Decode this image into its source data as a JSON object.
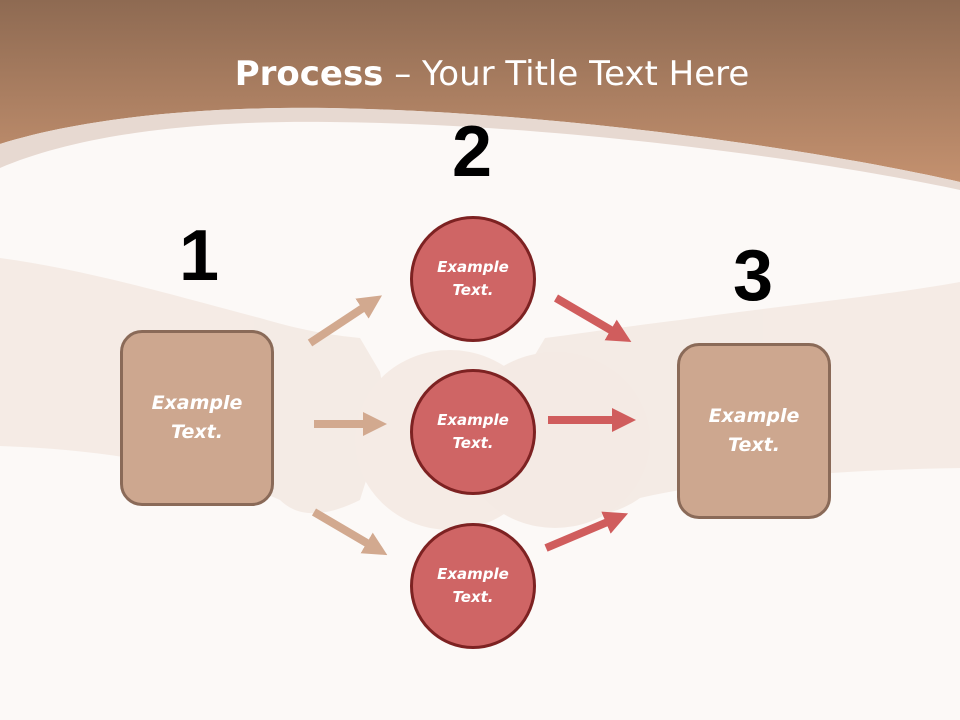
{
  "title": {
    "bold": "Process",
    "rest": " – Your Title Text Here"
  },
  "steps": [
    "1",
    "2",
    "3"
  ],
  "left_box": {
    "line1": "Example",
    "line2": "Text."
  },
  "right_box": {
    "line1": "Example",
    "line2": "Text."
  },
  "circles": [
    {
      "line1": "Example",
      "line2": "Text."
    },
    {
      "line1": "Example",
      "line2": "Text."
    },
    {
      "line1": "Example",
      "line2": "Text."
    }
  ],
  "colors": {
    "header": "#b8876a",
    "box_fill": "#cda78f",
    "box_border": "#8a6a58",
    "circle_fill": "#cf6565",
    "circle_border": "#7d2222",
    "arrow_tan": "#d2a98f",
    "arrow_red": "#d05d5d"
  }
}
